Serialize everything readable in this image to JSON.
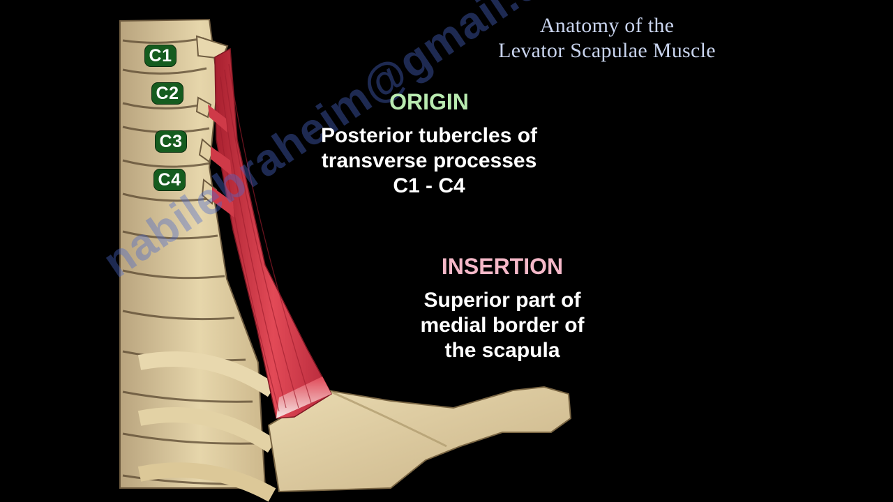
{
  "title": {
    "line1": "Anatomy of the",
    "line2": "Levator Scapulae Muscle"
  },
  "origin": {
    "heading": "ORIGIN",
    "lines": [
      "Posterior tubercles of",
      "transverse processes",
      "C1 - C4"
    ]
  },
  "insertion": {
    "heading": "INSERTION",
    "lines": [
      "Superior part of",
      "medial border of",
      "the scapula"
    ]
  },
  "vertebra_labels": [
    "C1",
    "C2",
    "C3",
    "C4"
  ],
  "watermark": "nabilebraheim@gmail.com",
  "colors": {
    "background": "#000000",
    "title": "#c9d4ee",
    "origin_heading": "#b9ebb0",
    "insertion_heading": "#f5b8c8",
    "body_text": "#ffffff",
    "label_bg": "#155c1f",
    "muscle": "#d83a48",
    "bone": "#e3d2a5"
  }
}
